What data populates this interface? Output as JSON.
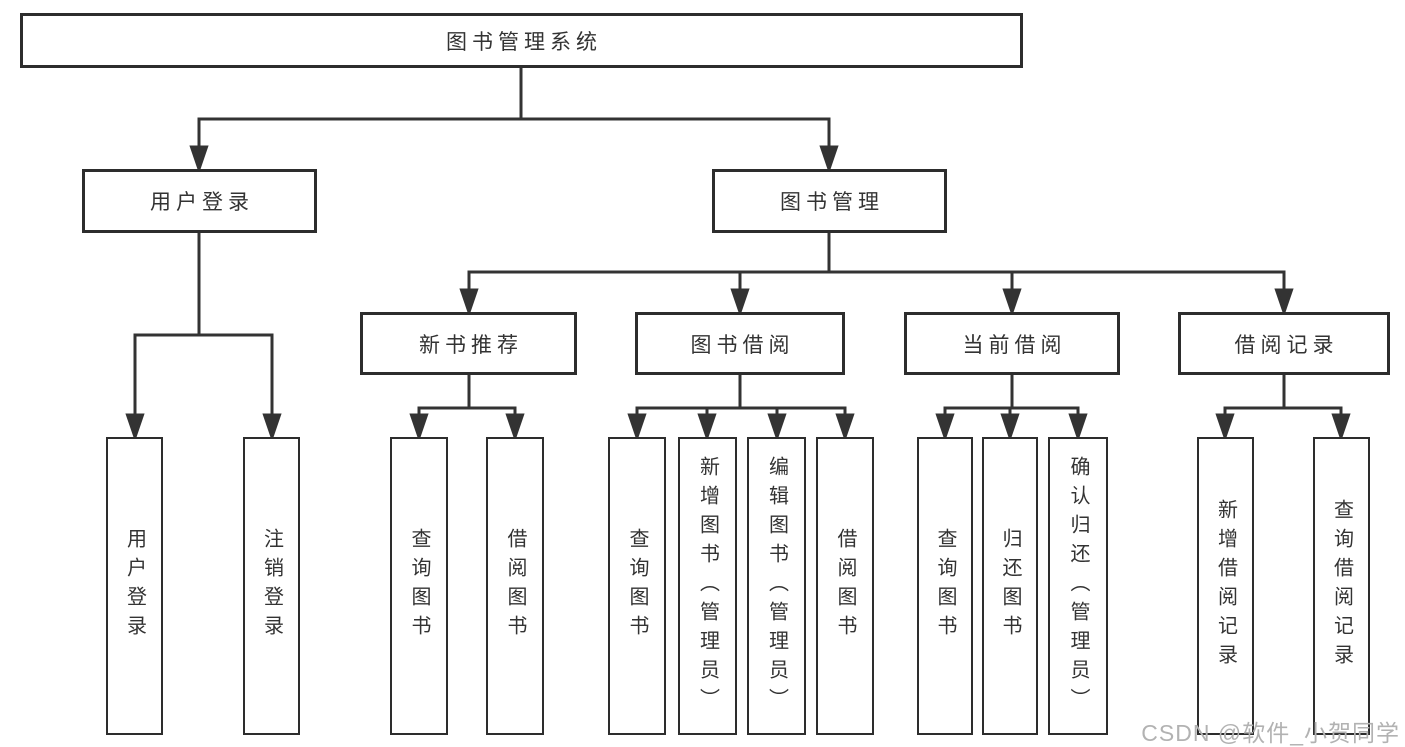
{
  "root": {
    "label": "图书管理系统"
  },
  "level2": {
    "user_login": {
      "label": "用户登录"
    },
    "book_mgmt": {
      "label": "图书管理"
    }
  },
  "level3": {
    "new_books": {
      "label": "新书推荐"
    },
    "borrow": {
      "label": "图书借阅"
    },
    "current": {
      "label": "当前借阅"
    },
    "records": {
      "label": "借阅记录"
    }
  },
  "leaves": {
    "user_login": [
      "用户登录",
      "注销登录"
    ],
    "new_books": [
      "查询图书",
      "借阅图书"
    ],
    "borrow": [
      "查询图书",
      "新增图书（管理员）",
      "编辑图书（管理员）",
      "借阅图书"
    ],
    "current": [
      "查询图书",
      "归还图书",
      "确认归还（管理员）"
    ],
    "records": [
      "新增借阅记录",
      "查询借阅记录"
    ]
  },
  "watermark": "CSDN @软件_小贺同学",
  "colors": {
    "line": "#333333",
    "box_border": "#2d2d2d",
    "text": "#333333",
    "watermark": "#b2b2b2",
    "background": "#ffffff"
  }
}
